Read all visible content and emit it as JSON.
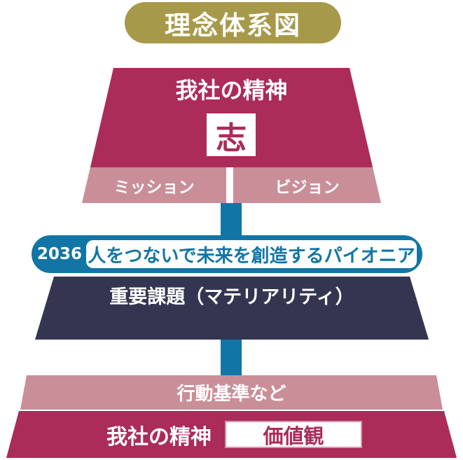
{
  "diagram": {
    "title": "理念体系図",
    "pyramid_top": {
      "spirit": "我社の精神",
      "aspiration": "志",
      "mission": "ミッション",
      "vision": "ビジョン"
    },
    "vision_pill": {
      "year": "2036",
      "statement": "人をつないで未来を創造するパイオニア"
    },
    "materiality": "重要課題（マテリアリティ）",
    "conduct": "行動基準など",
    "base": {
      "spirit": "我社の精神",
      "values": "価値観"
    }
  },
  "colors": {
    "gold": "#a7994a",
    "crimson": "#ab2b59",
    "pink": "#ca8e99",
    "blue": "#1176a5",
    "navy": "#343651"
  }
}
